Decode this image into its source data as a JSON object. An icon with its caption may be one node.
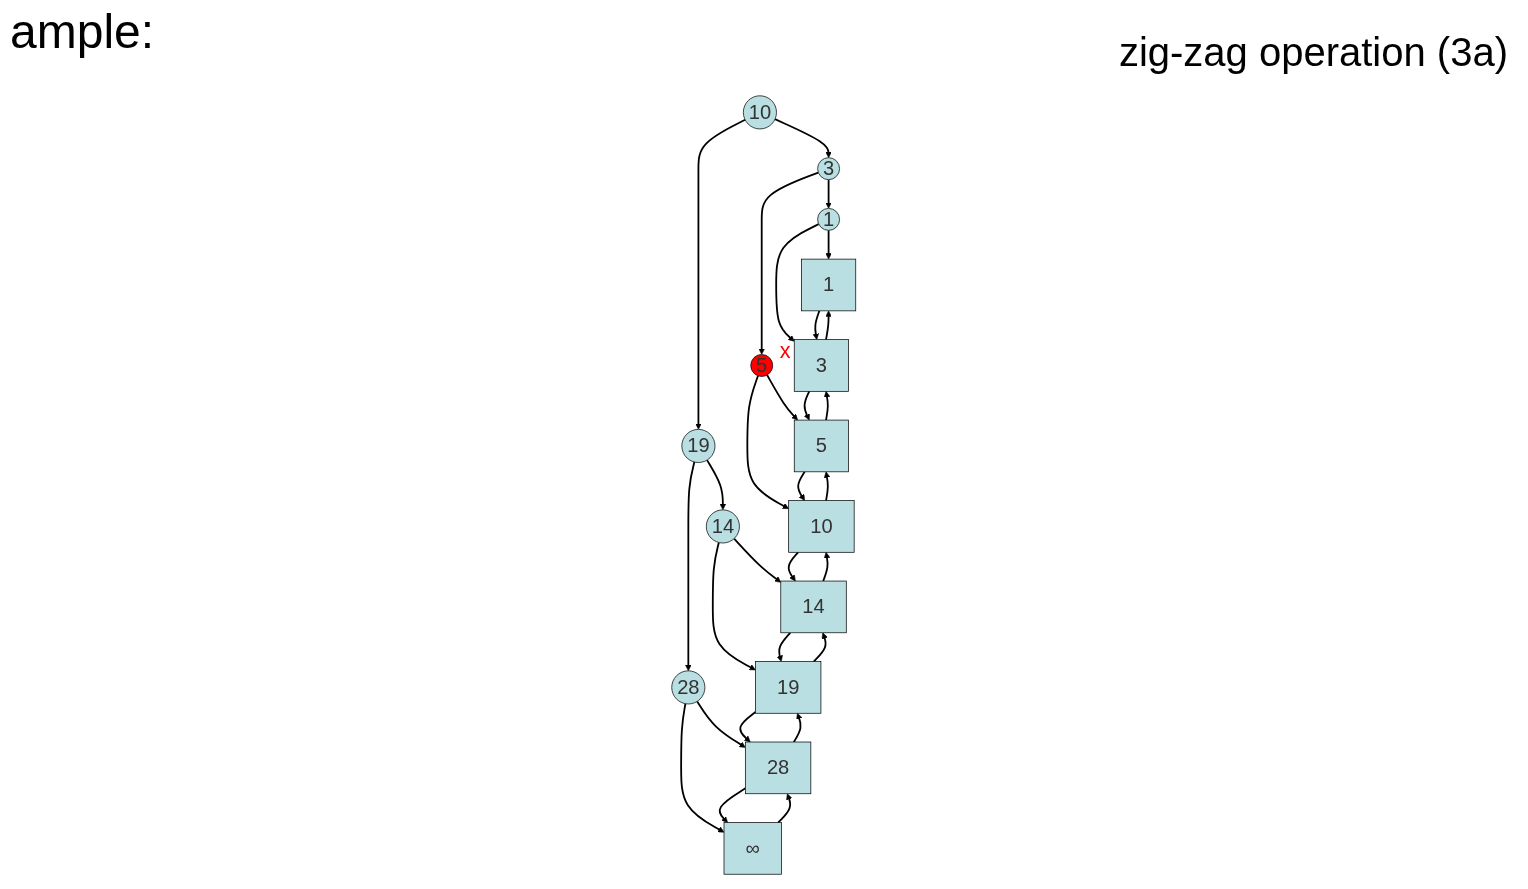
{
  "diagram": {
    "title": "ample:",
    "nodes": [
      {
        "text": [
          "10"
        ]
      },
      {
        "text": [
          "3"
        ]
      },
      {
        "text": [
          "19"
        ]
      },
      {
        "text": [
          "1"
        ]
      },
      {
        "text": [
          "5"
        ],
        "beside": [
          "x"
        ]
      },
      {
        "text": [
          "14"
        ]
      },
      {
        "text": [
          "28"
        ]
      },
      {
        "text": [
          "1"
        ]
      },
      {
        "text": [
          "3"
        ]
      },
      {
        "text": [
          "5"
        ]
      },
      {
        "text": [
          "10"
        ]
      },
      {
        "text": [
          "14"
        ]
      },
      {
        "text": [
          "19"
        ]
      },
      {
        "text": [
          "28"
        ]
      },
      {
        "text": [
          "∞"
        ]
      }
    ],
    "edges": [
      {
        "from": 0,
        "to": 1,
        "arrow": "to"
      },
      {
        "from": 0,
        "to": 2,
        "arrow": "to"
      },
      {
        "from": 1,
        "to": 3,
        "arrow": "to"
      },
      {
        "from": 1,
        "to": 4,
        "arrow": "to"
      },
      {
        "from": 2,
        "to": 5,
        "arrow": "to"
      },
      {
        "from": 2,
        "to": 6,
        "arrow": "to"
      },
      {
        "from": 3,
        "to": 7,
        "arrow": "to"
      },
      {
        "from": 3,
        "to": 8,
        "arrow": "to"
      },
      {
        "from": 4,
        "to": 9,
        "arrow": "to"
      },
      {
        "from": 4,
        "to": 10,
        "arrow": "to"
      },
      {
        "from": 5,
        "to": 11,
        "arrow": "to"
      },
      {
        "from": 5,
        "to": 12,
        "arrow": "to"
      },
      {
        "from": 6,
        "to": 13,
        "arrow": "to"
      },
      {
        "from": 6,
        "to": 14,
        "arrow": "to"
      },
      {
        "from": 7,
        "to": 8,
        "arrow": "to"
      },
      {
        "from": 8,
        "to": 7,
        "arrow": "to"
      },
      {
        "from": 8,
        "to": 9,
        "arrow": "to"
      },
      {
        "from": 9,
        "to": 8,
        "arrow": "to"
      },
      {
        "from": 9,
        "to": 10,
        "arrow": "to"
      },
      {
        "from": 10,
        "to": 9,
        "arrow": "to"
      },
      {
        "from": 10,
        "to": 11,
        "arrow": "to"
      },
      {
        "from": 11,
        "to": 10,
        "arrow": "to"
      },
      {
        "from": 11,
        "to": 12,
        "arrow": "to"
      },
      {
        "from": 12,
        "to": 11,
        "arrow": "to"
      },
      {
        "from": 12,
        "to": 13,
        "arrow": "to"
      },
      {
        "from": 13,
        "to": 12,
        "arrow": "to"
      },
      {
        "from": 13,
        "to": 14,
        "arrow": "to"
      },
      {
        "from": 14,
        "to": 13,
        "arrow": "to"
      }
    ],
    "labels": [
      "zig-zag operation (3a)"
    ]
  }
}
